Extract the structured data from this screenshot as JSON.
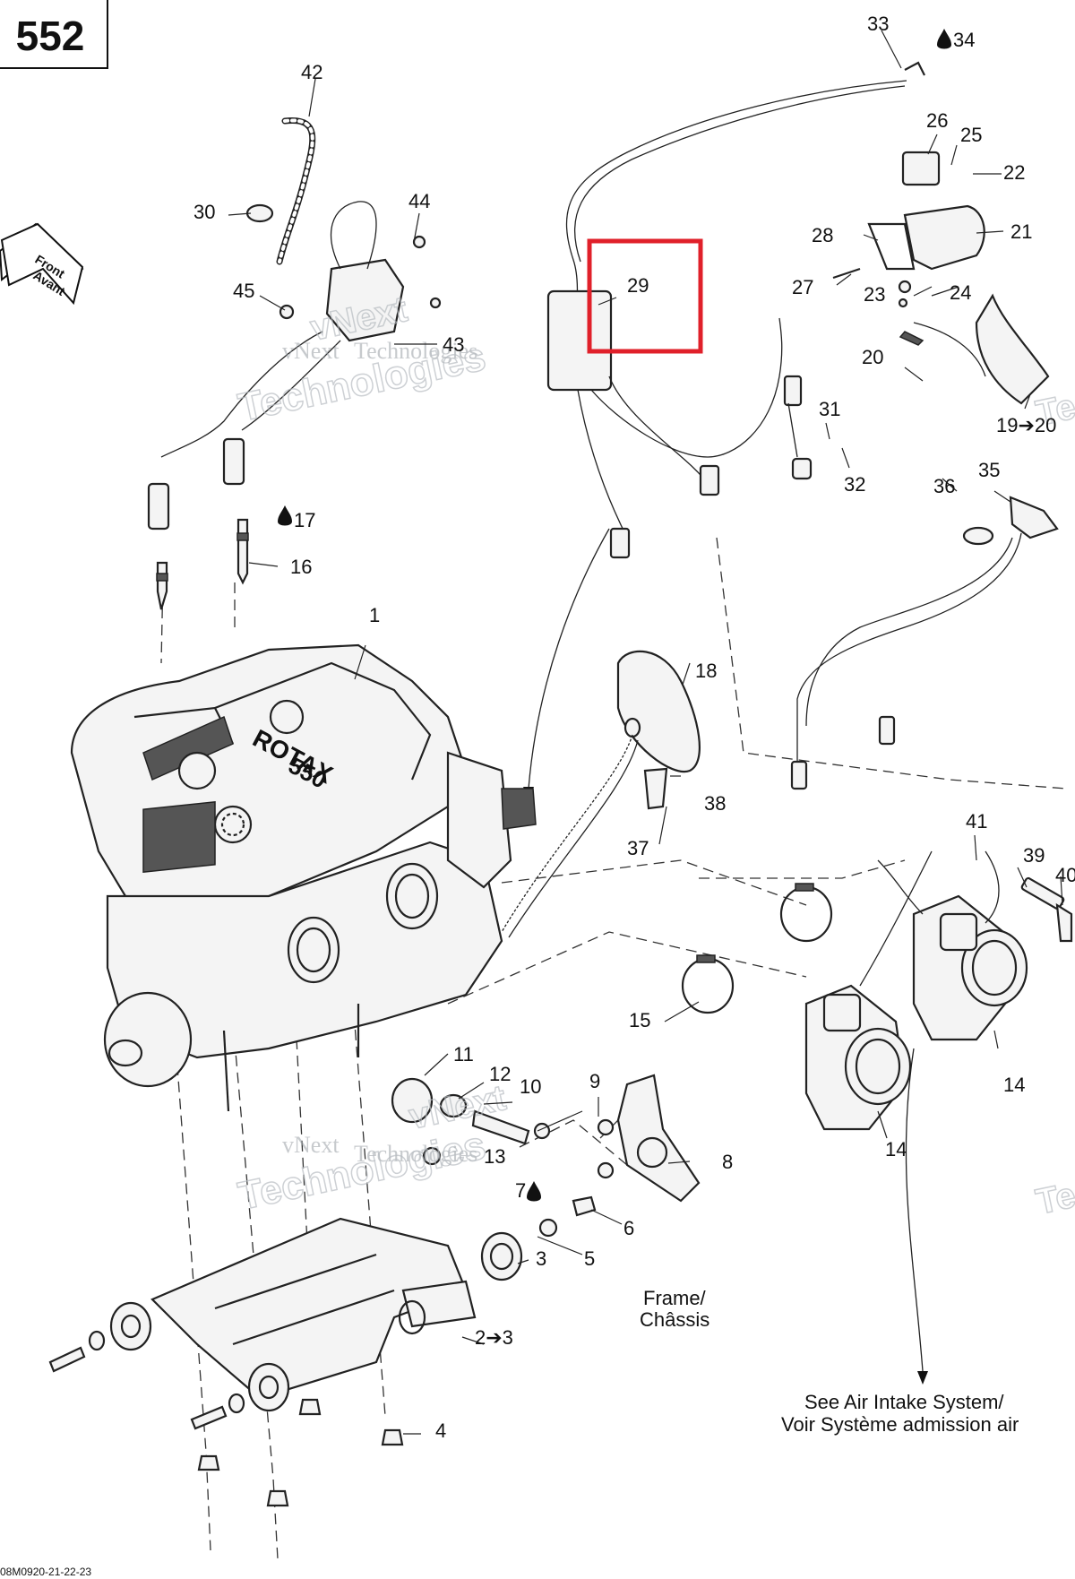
{
  "page_number": "552",
  "front_arrow": {
    "line1": "Front",
    "line2": "Avant"
  },
  "watermark": {
    "text1": "vNext",
    "text2": "Technologies"
  },
  "callouts": [
    {
      "id": "c1",
      "text": "1"
    },
    {
      "id": "c2to3",
      "text": "2➔3"
    },
    {
      "id": "c3",
      "text": "3"
    },
    {
      "id": "c4",
      "text": "4"
    },
    {
      "id": "c5",
      "text": "5"
    },
    {
      "id": "c6",
      "text": "6"
    },
    {
      "id": "c7",
      "text": "7"
    },
    {
      "id": "c8",
      "text": "8"
    },
    {
      "id": "c9",
      "text": "9"
    },
    {
      "id": "c10",
      "text": "10"
    },
    {
      "id": "c11",
      "text": "11"
    },
    {
      "id": "c12",
      "text": "12"
    },
    {
      "id": "c13",
      "text": "13"
    },
    {
      "id": "c14a",
      "text": "14"
    },
    {
      "id": "c14b",
      "text": "14"
    },
    {
      "id": "c15",
      "text": "15"
    },
    {
      "id": "c16",
      "text": "16"
    },
    {
      "id": "c17",
      "text": "17"
    },
    {
      "id": "c18",
      "text": "18"
    },
    {
      "id": "c19to20",
      "text": "19➔20"
    },
    {
      "id": "c20",
      "text": "20"
    },
    {
      "id": "c21",
      "text": "21"
    },
    {
      "id": "c22",
      "text": "22"
    },
    {
      "id": "c23",
      "text": "23"
    },
    {
      "id": "c24",
      "text": "24"
    },
    {
      "id": "c25",
      "text": "25"
    },
    {
      "id": "c26",
      "text": "26"
    },
    {
      "id": "c27",
      "text": "27"
    },
    {
      "id": "c28",
      "text": "28"
    },
    {
      "id": "c29",
      "text": "29"
    },
    {
      "id": "c30",
      "text": "30"
    },
    {
      "id": "c31",
      "text": "31"
    },
    {
      "id": "c32",
      "text": "32"
    },
    {
      "id": "c33",
      "text": "33"
    },
    {
      "id": "c34",
      "text": "34"
    },
    {
      "id": "c35",
      "text": "35"
    },
    {
      "id": "c36",
      "text": "36"
    },
    {
      "id": "c37",
      "text": "37"
    },
    {
      "id": "c38",
      "text": "38"
    },
    {
      "id": "c39",
      "text": "39"
    },
    {
      "id": "c40",
      "text": "40"
    },
    {
      "id": "c41",
      "text": "41"
    },
    {
      "id": "c42",
      "text": "42"
    },
    {
      "id": "c43",
      "text": "43"
    },
    {
      "id": "c44",
      "text": "44"
    },
    {
      "id": "c45",
      "text": "45"
    }
  ],
  "frame_note": {
    "line1": "Frame/",
    "line2": "Châssis"
  },
  "air_intake_note": {
    "line1": "See Air Intake System/",
    "line2": "Voir Système admission air"
  },
  "drawing_code": "08M0920-21-22-23",
  "highlight": {
    "target": "29",
    "color": "#e0202a"
  },
  "rotax_badge": "ROTAX",
  "engine_model_badge": "550"
}
